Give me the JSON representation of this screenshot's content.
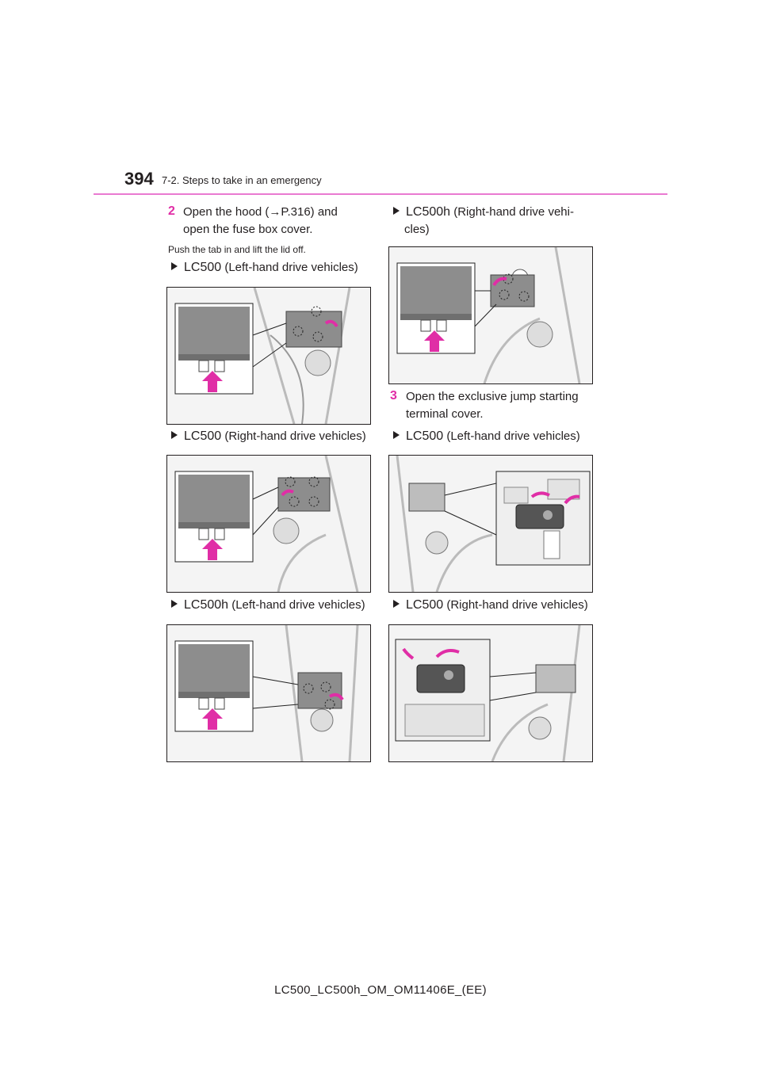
{
  "header": {
    "page_number": "394",
    "section_title": "7-2. Steps to take in an emergency"
  },
  "step2": {
    "number": "2",
    "text_line1": "Open the hood (→P.316) and",
    "text_line2": "open the fuse box cover.",
    "note": "Push the tab in and lift the lid off."
  },
  "step3": {
    "number": "3",
    "text_line1": "Open the exclusive jump starting",
    "text_line2": "terminal cover."
  },
  "captions": {
    "c1_model": "LC500",
    "c1_rest": " (Left-hand drive vehicles)",
    "c2_model": "LC500",
    "c2_rest": " (Right-hand drive vehicles)",
    "c3_model": "LC500h",
    "c3_rest": " (Left-hand drive vehicles)",
    "c4_model": "LC500h",
    "c4_rest_line1": " (Right-hand drive vehi-",
    "c4_line2": "cles)",
    "c5_model": "LC500",
    "c5_rest": " (Left-hand drive vehicles)",
    "c6_model": "LC500",
    "c6_rest": " (Right-hand drive vehicles)"
  },
  "colors": {
    "accent": "#e02ea6",
    "rule": "#e97ad1",
    "fuse_box": "#8d8d8d"
  },
  "footer": {
    "doc_code": "LC500_LC500h_OM_OM11406E_(EE)"
  }
}
